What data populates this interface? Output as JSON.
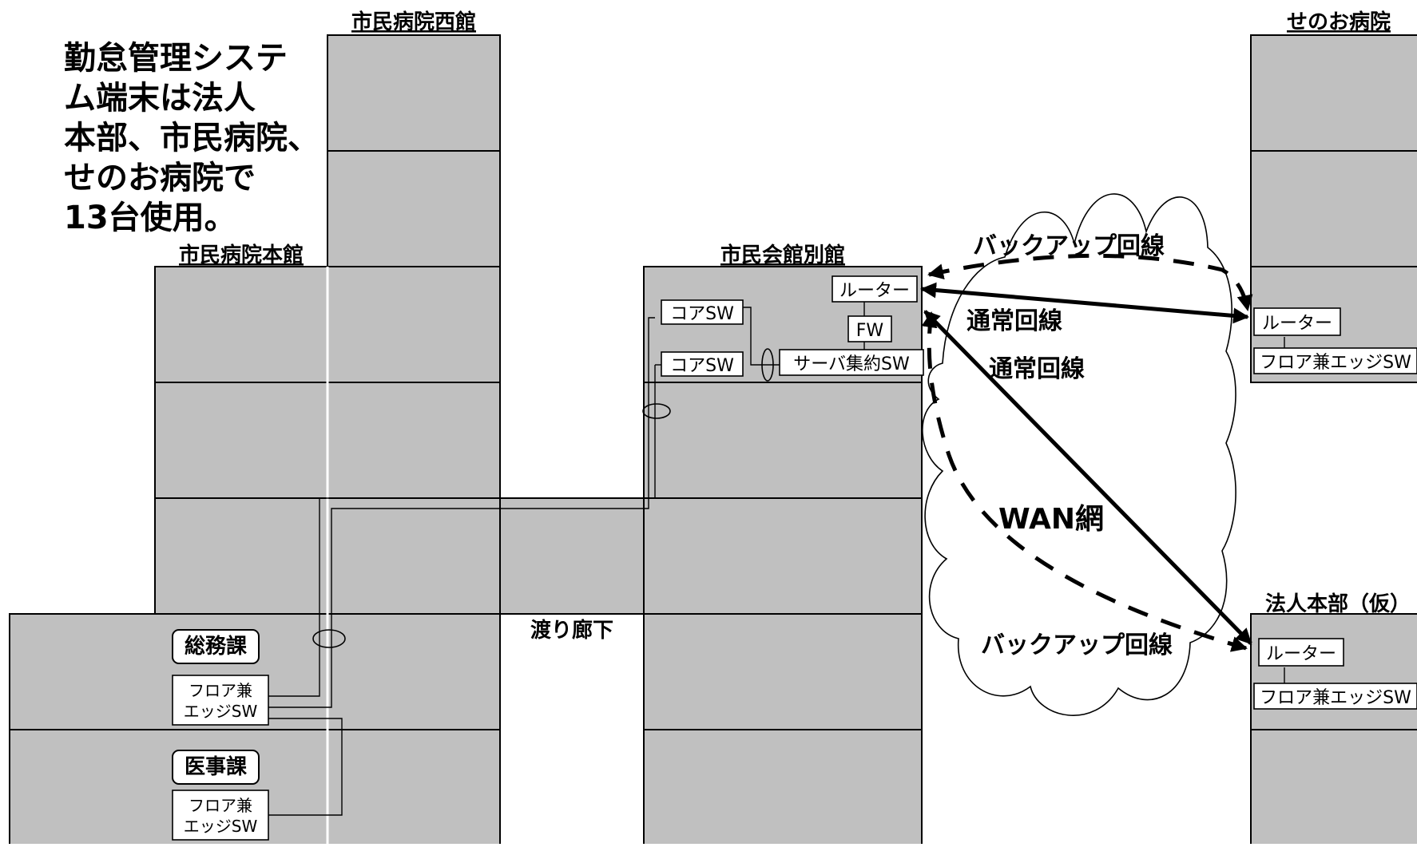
{
  "note": {
    "lines": [
      "勤怠管理システ",
      "ム端末は法人",
      "本部、市民病院、",
      "せのお病院で",
      "13台使用。"
    ]
  },
  "buildings": {
    "west": "市民病院西館",
    "main": "市民病院本館",
    "annex": "市民会館別館",
    "senoo": "せのお病院",
    "hq": "法人本部（仮）",
    "corridor": "渡り廊下"
  },
  "devices": {
    "router": "ルーター",
    "fw": "FW",
    "core_sw": "コアSW",
    "server_sw": "サーバ集約SW",
    "floor_edge_sw": "フロア兼エッジSW",
    "floor_edge_sw_l1": "フロア兼",
    "floor_edge_sw_l2": "エッジSW"
  },
  "departments": {
    "somu": "総務課",
    "iji": "医事課"
  },
  "network": {
    "wan": "WAN網",
    "normal_line": "通常回線",
    "backup_line": "バックアップ回線"
  }
}
